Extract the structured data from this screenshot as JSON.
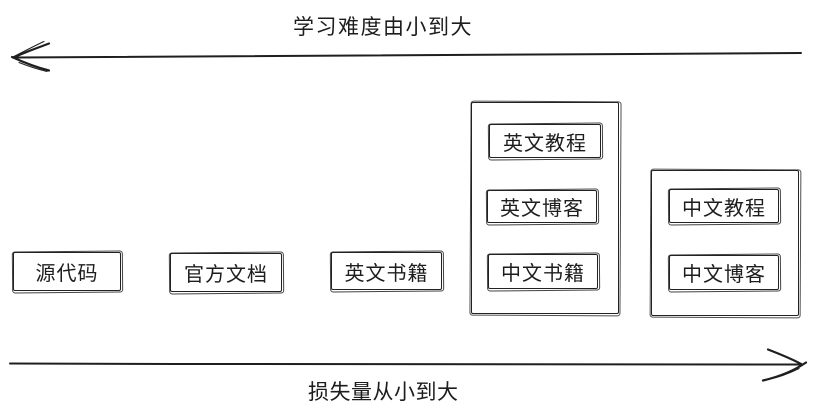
{
  "diagram": {
    "top_axis_label": "学习难度由小到大",
    "bottom_axis_label": "损失量从小到大",
    "top_axis_direction": "left",
    "bottom_axis_direction": "right"
  },
  "boxes": {
    "source_code": "源代码",
    "official_docs": "官方文档",
    "english_books": "英文书籍"
  },
  "group1": {
    "english_tutorials": "英文教程",
    "english_blogs": "英文博客",
    "chinese_books": "中文书籍"
  },
  "group2": {
    "chinese_tutorials": "中文教程",
    "chinese_blogs": "中文博客"
  },
  "colors": {
    "stroke": "#1f1f1f",
    "background": "#ffffff",
    "text": "#1d1d1d"
  }
}
